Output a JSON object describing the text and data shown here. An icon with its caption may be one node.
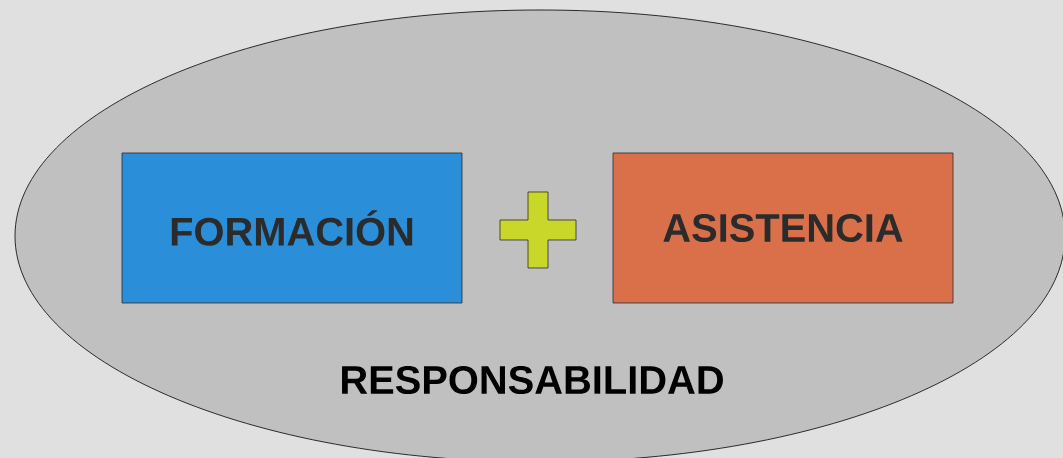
{
  "diagram": {
    "nodes": [
      {
        "text": [
          "RESPONSABILIDAD"
        ]
      },
      {
        "text": [
          "FORMACIÓN"
        ],
        "in": 0
      },
      {
        "text": [
          "ASISTENCIA"
        ],
        "in": 0
      }
    ]
  }
}
